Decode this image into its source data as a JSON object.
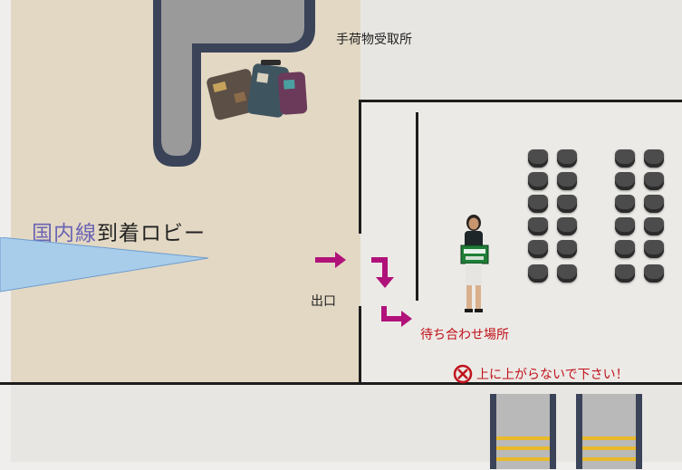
{
  "labels": {
    "baggage_claim": "手荷物受取所",
    "title_part1": "国内線",
    "title_part2": "到着ロビー",
    "exit": "出口",
    "meeting_place": "待ち合わせ場所",
    "warning": "上に上がらないで下さい！"
  },
  "icons": {
    "warning": "no-entry-icon",
    "arrows": "magenta-arrow-icon",
    "luggage": "suitcase-icon",
    "person": "greeter-person-icon"
  },
  "colors": {
    "title_accent": "#6b64b3",
    "arrow": "#b0127a",
    "warning": "#c0111b",
    "belt": "#3a4358",
    "lobby_floor": "#e3d8c4"
  }
}
